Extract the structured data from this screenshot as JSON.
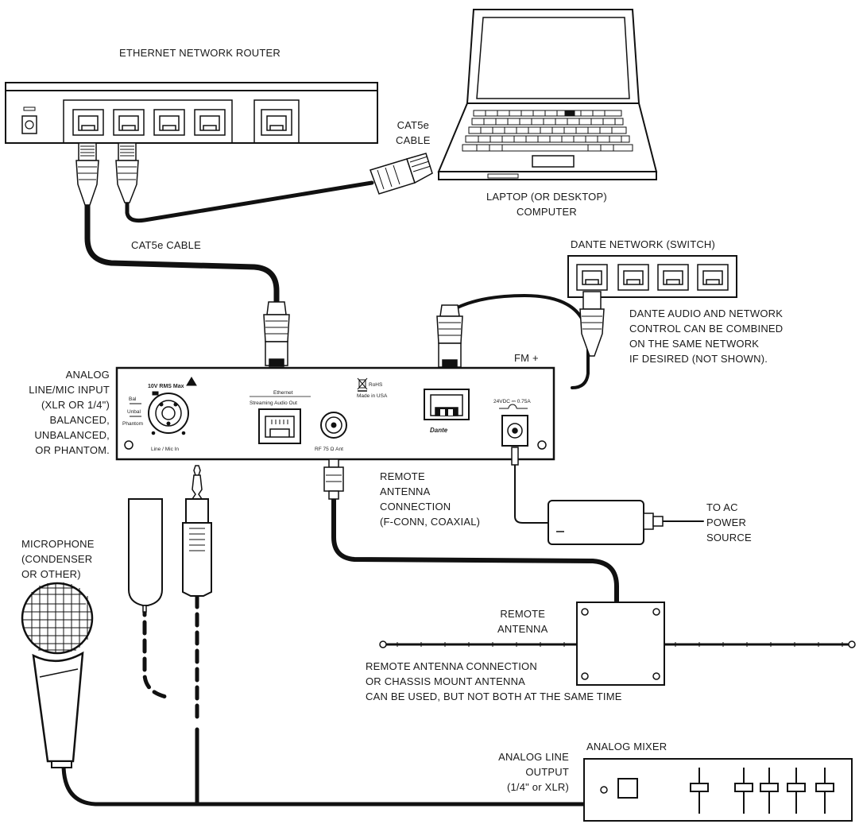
{
  "labels": {
    "router": "ETHERNET NETWORK ROUTER",
    "cat5e_top": [
      "CAT5e",
      "CABLE"
    ],
    "laptop": [
      "LAPTOP (OR DESKTOP)",
      "COMPUTER"
    ],
    "cat5e_left": "CAT5e CABLE",
    "dante_switch": "DANTE NETWORK (SWITCH)",
    "dante_note": [
      "DANTE AUDIO AND NETWORK",
      "CONTROL CAN BE COMBINED",
      "ON THE SAME NETWORK",
      "IF DESIRED (NOT SHOWN)."
    ],
    "analog_input": [
      "ANALOG",
      "LINE/MIC INPUT",
      "(XLR OR 1/4\")",
      "BALANCED,",
      "UNBALANCED,",
      "OR PHANTOM."
    ],
    "remote_conn": [
      "REMOTE",
      "ANTENNA",
      "CONNECTION",
      "(F-CONN, COAXIAL)"
    ],
    "ac_power": [
      "TO AC",
      "POWER",
      "SOURCE"
    ],
    "microphone": [
      "MICROPHONE",
      "(CONDENSER",
      "OR OTHER)"
    ],
    "remote_antenna": [
      "REMOTE",
      "ANTENNA"
    ],
    "antenna_note": [
      "REMOTE ANTENNA CONNECTION",
      "OR CHASSIS MOUNT ANTENNA",
      "CAN BE USED, BUT NOT BOTH AT THE SAME TIME"
    ],
    "analog_mixer": "ANALOG MIXER",
    "analog_line_output": [
      "ANALOG LINE",
      "OUTPUT",
      "(1/4\" or XLR)"
    ]
  },
  "device": {
    "model": "FM +",
    "rms_max": "10V RMS Max",
    "bal": "Bal",
    "unbal": "Unbal",
    "phantom": "Phantom",
    "line_mic_in": "Line / Mic In",
    "ethernet": "Ethernet",
    "streaming": "Streaming Audio Out",
    "rohs": "RoHS",
    "made_in": "Made in USA",
    "rf_ant": "RF 75 Ω Ant",
    "dante_logo": "Dante",
    "power_rating": "24VDC ⎓ 0.75A"
  }
}
